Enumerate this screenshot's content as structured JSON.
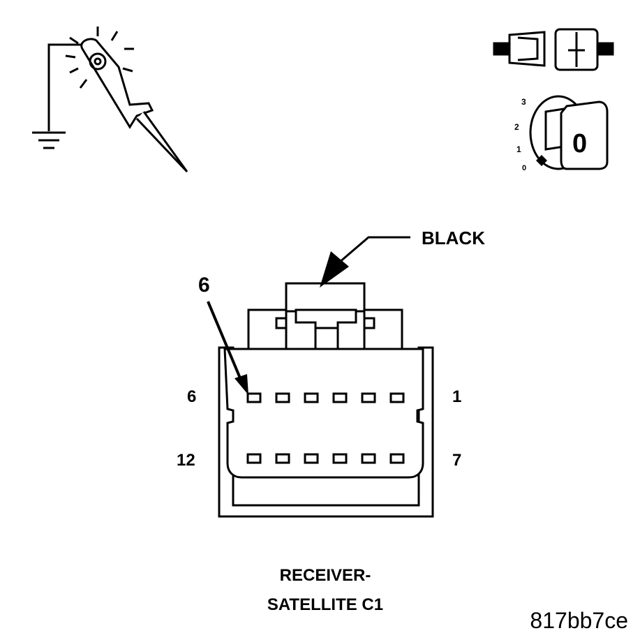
{
  "connector": {
    "color_label": "BLACK",
    "callout_pin": "6",
    "pin_labels": {
      "top_left": "6",
      "top_right": "1",
      "bottom_left": "12",
      "bottom_right": "7"
    },
    "name_line1": "RECEIVER-",
    "name_line2": "SATELLITE C1"
  },
  "ignition": {
    "positions": [
      "3",
      "2",
      "1",
      "0"
    ],
    "key_label": "0"
  },
  "figure_id": "817bb7ce",
  "icons": [
    "test-light-to-ground-icon",
    "disconnect-connector-icon",
    "ignition-key-off-icon"
  ],
  "colors": {
    "ink": "#000000",
    "background": "#ffffff"
  }
}
